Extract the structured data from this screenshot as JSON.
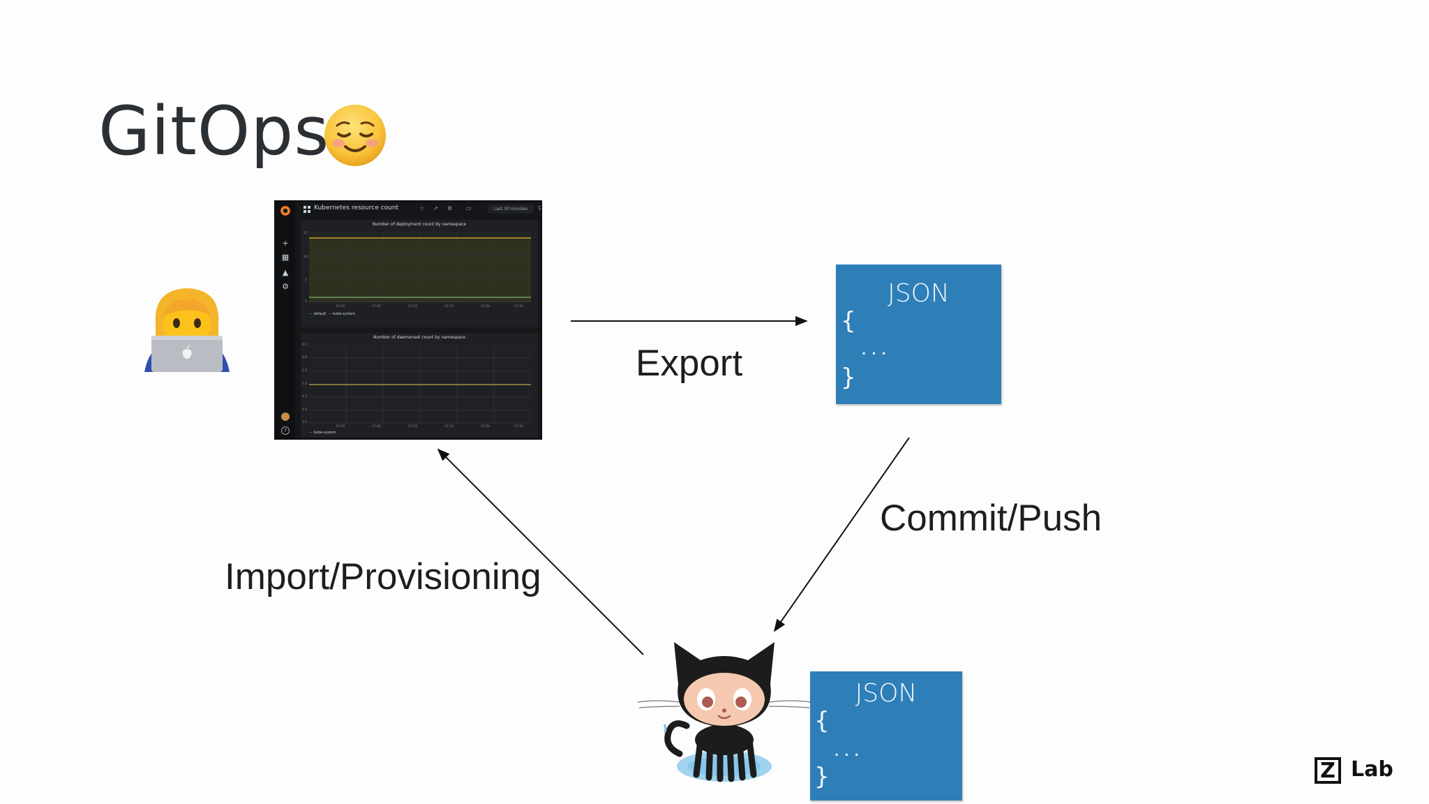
{
  "slide": {
    "title": "GitOps",
    "title_emoji": "smiling-face-icon"
  },
  "dashboard": {
    "title": "Kubernetes resource count",
    "time_range": "Last 30 minutes",
    "panel1": {
      "title": "Number of deployment count by namespace",
      "y_ticks": [
        "15",
        "10",
        "5",
        "0"
      ],
      "x_ticks": [
        "17:00",
        "17:05",
        "17:10",
        "17:15",
        "17:20",
        "17:25"
      ],
      "legend": [
        "default",
        "kube-system"
      ]
    },
    "panel2": {
      "title": "Number of daemonset count by namespace",
      "y_ticks": [
        "6.5",
        "6.0",
        "5.5",
        "5.0",
        "4.5",
        "4.0",
        "3.5"
      ],
      "x_ticks": [
        "17:00",
        "17:05",
        "17:10",
        "17:15",
        "17:20",
        "17:25"
      ],
      "legend": [
        "kube-system"
      ]
    },
    "colors": {
      "series_default": "#7eb26d",
      "series_kube": "#eab839"
    }
  },
  "nodes": {
    "user": "woman-technologist-icon",
    "repo": "octocat-icon",
    "json_box_top": {
      "title": "JSON",
      "open": "{",
      "ellipsis": "...",
      "close": "}"
    },
    "json_box_bottom": {
      "title": "JSON",
      "open": "{",
      "ellipsis": "...",
      "close": "}"
    }
  },
  "edges": {
    "export": "Export",
    "commit_push": "Commit/Push",
    "import_provisioning": "Import/Provisioning"
  },
  "branding": {
    "logo_letter": "Z",
    "logo_text": "Lab"
  },
  "colors": {
    "json_box": "#2e7fb8",
    "arrow": "#111111",
    "title": "#2b3035"
  }
}
